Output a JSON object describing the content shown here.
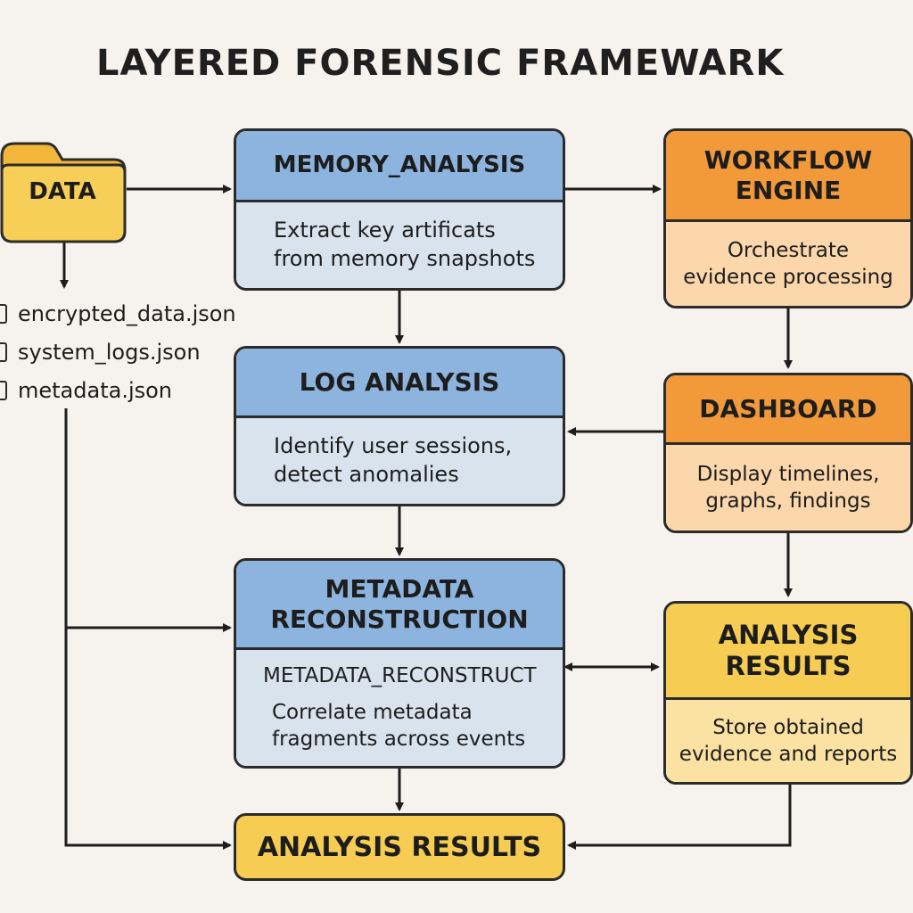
{
  "title": "LAYERED FORENSIC FRAMEWARK",
  "data_source": {
    "label": "DATA",
    "files": [
      "encrypted_data.json",
      "system_logs.json",
      "metadata.json"
    ]
  },
  "memory_analysis": {
    "header": "MEMORY_ANALYSIS",
    "body": [
      "Extract key artificats",
      "from memory snapshots"
    ]
  },
  "log_analysis": {
    "header": "LOG ANALYSIS",
    "body": [
      "Identify user sessions,",
      "detect anomalies"
    ]
  },
  "metadata_reconstruction": {
    "header": [
      "METADATA",
      "RECONSTRUCTION"
    ],
    "subheader": "METADATA_RECONSTRUCT",
    "body": [
      "Correlate metadata",
      "fragments across events"
    ]
  },
  "analysis_results_bottom": {
    "label": "ANALYSIS RESULTS"
  },
  "workflow_engine": {
    "header": [
      "WORKFLOW",
      "ENGINE"
    ],
    "body": [
      "Orchestrate",
      "evidence processing"
    ]
  },
  "dashboard": {
    "header": "DASHBOARD",
    "body": [
      "Display timelines,",
      "graphs, findings"
    ]
  },
  "analysis_results_right": {
    "header": [
      "ANALYSIS",
      "RESULTS"
    ],
    "body": [
      "Store obtained",
      "evidence and reports"
    ]
  },
  "colors": {
    "blue_header": "#8db4de",
    "blue_body": "#d8e3ee",
    "orange_header": "#f29a3a",
    "orange_body": "#fbd7ab",
    "yellow_header": "#f6cc52",
    "yellow_body": "#fbe2a2",
    "outline": "#2b2b2b",
    "background": "#f6f3ee"
  },
  "icons": {
    "data": "folder-icon",
    "files": "document-icon"
  }
}
